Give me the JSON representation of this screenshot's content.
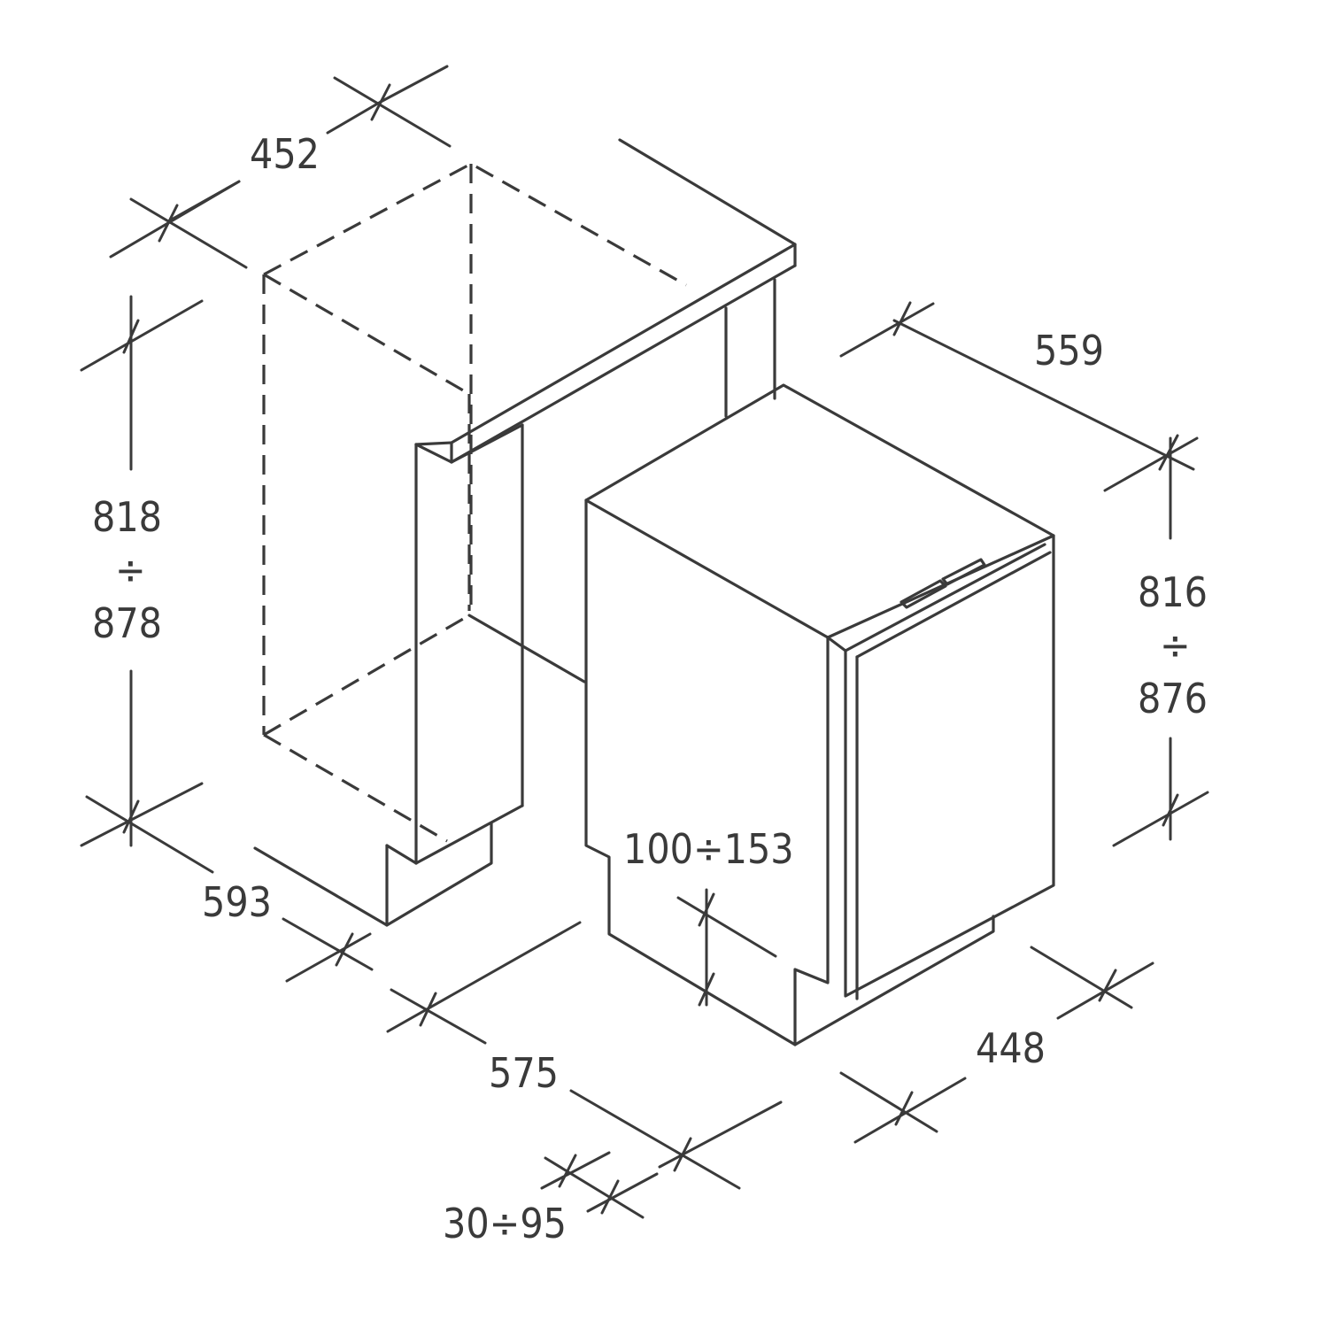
{
  "dimensions": {
    "niche_width": "452",
    "niche_height_min": "818",
    "niche_height_sep": "÷",
    "niche_height_max": "878",
    "niche_depth": "593",
    "appliance_depth": "559",
    "appliance_height_min": "816",
    "appliance_height_sep": "÷",
    "appliance_height_max": "876",
    "plinth_height": "100÷153",
    "appliance_body_depth": "575",
    "appliance_width": "448",
    "plinth_setback": "30÷95"
  },
  "colors": {
    "line": "#3a3a3a",
    "background": "#ffffff"
  }
}
